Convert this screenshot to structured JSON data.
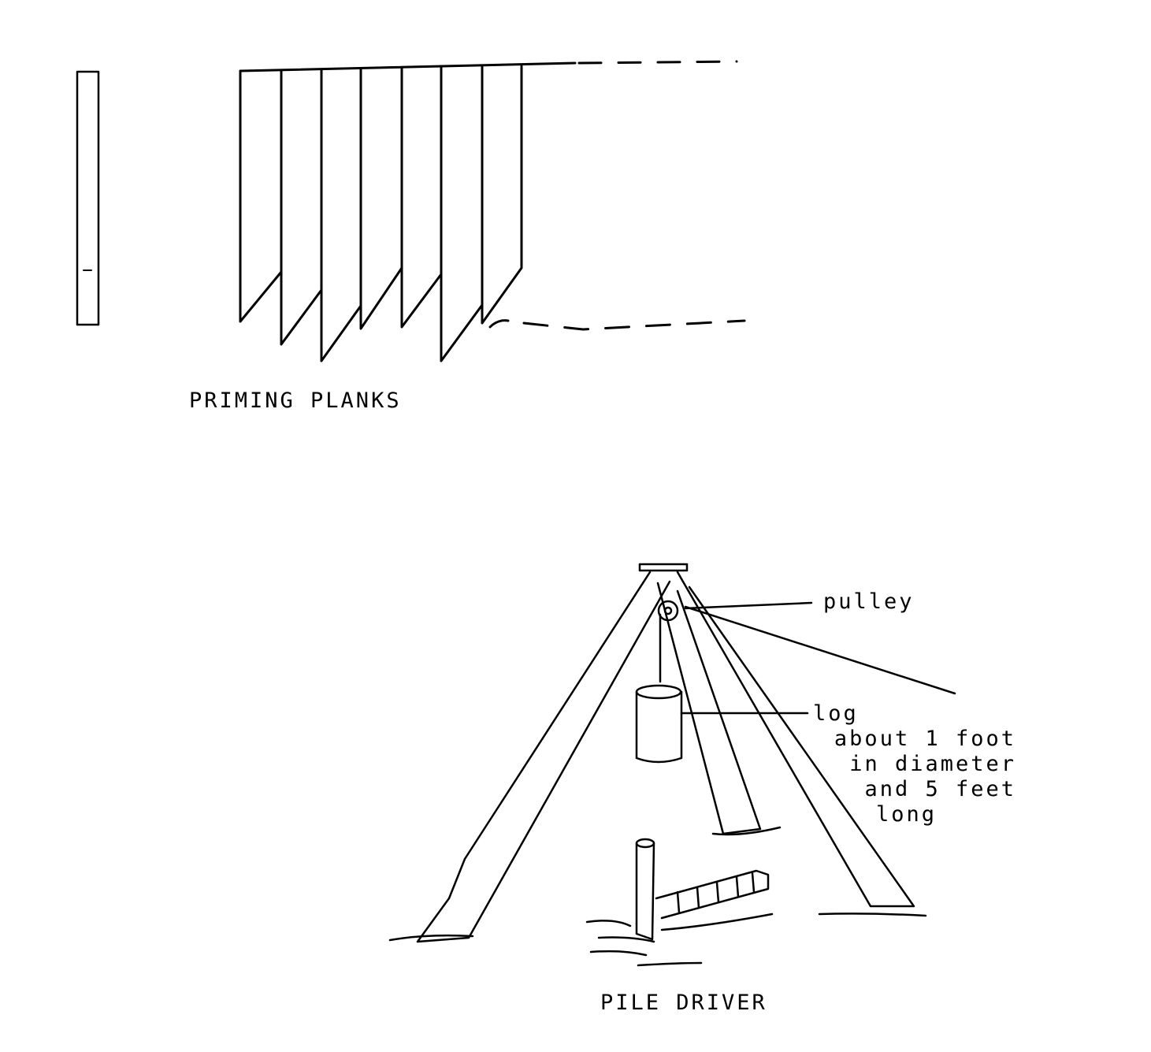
{
  "figures": [
    {
      "caption": "PRIMING PLANKS"
    },
    {
      "caption": "PILE DRIVER",
      "labels": {
        "pulley": "pulley",
        "log_lines": [
          "log",
          "about 1 foot",
          "in diameter",
          "and 5 feet",
          "long"
        ]
      }
    }
  ],
  "colors": {
    "ink": "#000000",
    "background": "#ffffff"
  }
}
